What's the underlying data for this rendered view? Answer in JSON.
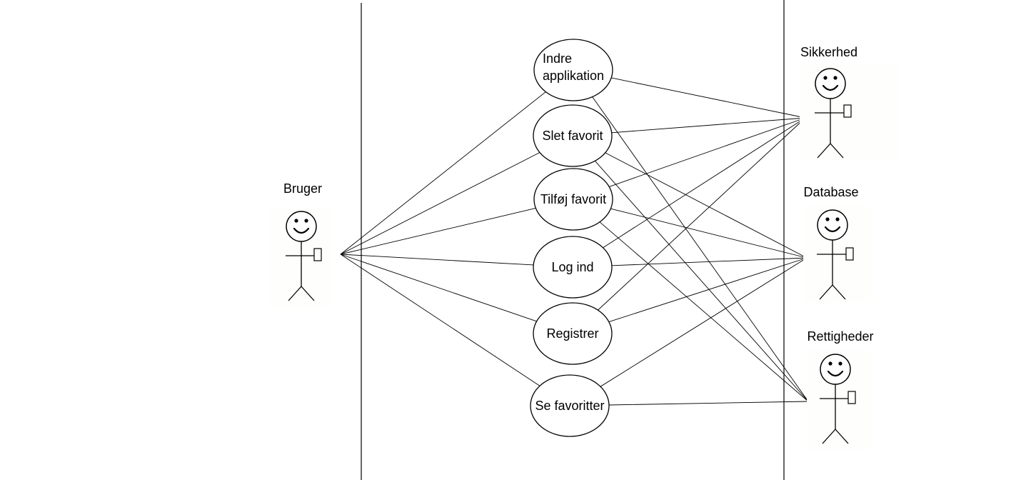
{
  "diagram": {
    "use_cases": [
      {
        "id": "indre",
        "lines": [
          "Indre",
          "applikation"
        ]
      },
      {
        "id": "slet",
        "lines": [
          "Slet favorit"
        ]
      },
      {
        "id": "tilfoej",
        "lines": [
          "Tilføj favorit"
        ]
      },
      {
        "id": "logind",
        "lines": [
          "Log ind"
        ]
      },
      {
        "id": "registrer",
        "lines": [
          "Registrer"
        ]
      },
      {
        "id": "se",
        "lines": [
          "Se favoritter"
        ]
      }
    ],
    "actors": [
      {
        "id": "bruger",
        "label": "Bruger"
      },
      {
        "id": "sikkerhed",
        "label": "Sikkerhed"
      },
      {
        "id": "database",
        "label": "Database"
      },
      {
        "id": "rettigheder",
        "label": "Rettigheder"
      }
    ],
    "associations": [
      [
        "bruger",
        "indre"
      ],
      [
        "bruger",
        "slet"
      ],
      [
        "bruger",
        "tilfoej"
      ],
      [
        "bruger",
        "logind"
      ],
      [
        "bruger",
        "registrer"
      ],
      [
        "bruger",
        "se"
      ],
      [
        "indre",
        "sikkerhed"
      ],
      [
        "slet",
        "sikkerhed"
      ],
      [
        "tilfoej",
        "sikkerhed"
      ],
      [
        "logind",
        "sikkerhed"
      ],
      [
        "registrer",
        "sikkerhed"
      ],
      [
        "slet",
        "database"
      ],
      [
        "tilfoej",
        "database"
      ],
      [
        "logind",
        "database"
      ],
      [
        "registrer",
        "database"
      ],
      [
        "se",
        "database"
      ],
      [
        "indre",
        "rettigheder"
      ],
      [
        "slet",
        "rettigheder"
      ],
      [
        "tilfoej",
        "rettigheder"
      ],
      [
        "se",
        "rettigheder"
      ]
    ]
  }
}
